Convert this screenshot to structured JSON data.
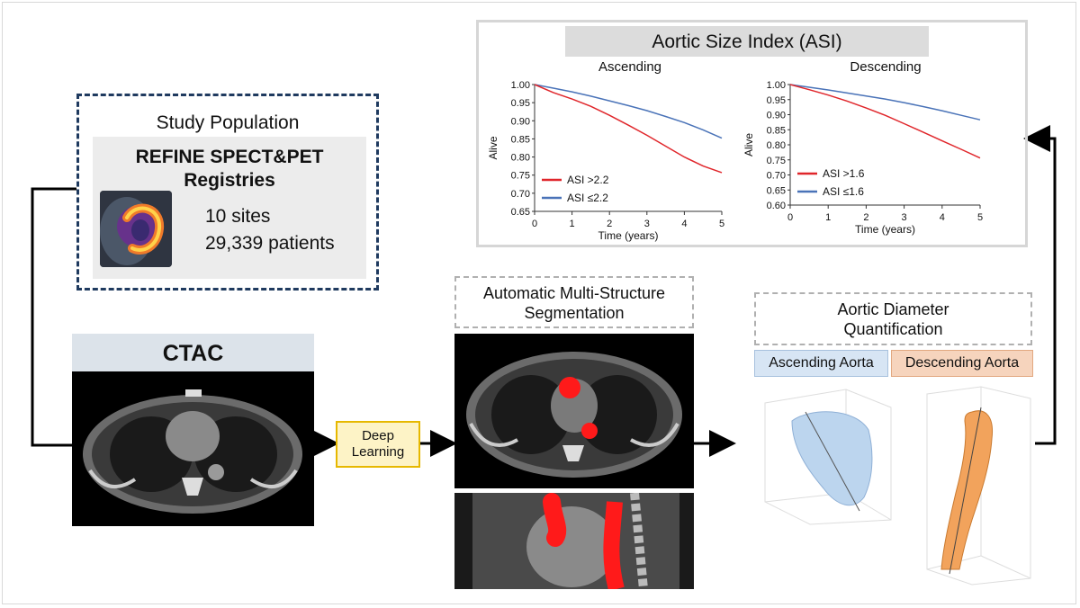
{
  "study": {
    "title": "Study Population",
    "registry_line1": "REFINE SPECT&PET",
    "registry_line2": "Registries",
    "sites": "10 sites",
    "patients": "29,339 patients"
  },
  "ctac": {
    "label": "CTAC"
  },
  "deep_learning": {
    "line1": "Deep",
    "line2": "Learning"
  },
  "segmentation": {
    "line1": "Automatic Multi-Structure",
    "line2": "Segmentation"
  },
  "aortic": {
    "line1": "Aortic Diameter",
    "line2": "Quantification",
    "ascending_label": "Ascending Aorta",
    "descending_label": "Descending Aorta"
  },
  "asi": {
    "title": "Aortic Size Index (ASI)"
  },
  "chart_data": [
    {
      "type": "line",
      "title": "Ascending",
      "xlabel": "Time (years)",
      "ylabel": "Alive",
      "xlim": [
        0,
        5
      ],
      "ylim": [
        0.65,
        1.0
      ],
      "xticks": [
        "0",
        "1",
        "2",
        "3",
        "4",
        "5"
      ],
      "yticks": [
        "1.00",
        "0.95",
        "0.90",
        "0.85",
        "0.80",
        "0.75",
        "0.70",
        "0.65"
      ],
      "legend_position": "bottom-left",
      "x": [
        0,
        0.5,
        1,
        1.5,
        2,
        2.5,
        3,
        3.5,
        4,
        4.5,
        5
      ],
      "series": [
        {
          "name": "ASI >2.2",
          "color": "#e0262b",
          "values": [
            1.0,
            0.978,
            0.96,
            0.94,
            0.915,
            0.888,
            0.86,
            0.83,
            0.8,
            0.775,
            0.757
          ]
        },
        {
          "name": "ASI ≤2.2",
          "color": "#4a73b8",
          "values": [
            1.0,
            0.99,
            0.98,
            0.968,
            0.955,
            0.942,
            0.928,
            0.912,
            0.895,
            0.875,
            0.852
          ]
        }
      ]
    },
    {
      "type": "line",
      "title": "Descending",
      "xlabel": "Time (years)",
      "ylabel": "Alive",
      "xlim": [
        0,
        5
      ],
      "ylim": [
        0.6,
        1.0
      ],
      "xticks": [
        "0",
        "1",
        "2",
        "3",
        "4",
        "5"
      ],
      "yticks": [
        "1.00",
        "0.95",
        "0.90",
        "0.85",
        "0.80",
        "0.75",
        "0.70",
        "0.65",
        "0.60"
      ],
      "legend_position": "bottom-left",
      "x": [
        0,
        0.5,
        1,
        1.5,
        2,
        2.5,
        3,
        3.5,
        4,
        4.5,
        5
      ],
      "series": [
        {
          "name": "ASI >1.6",
          "color": "#e0262b",
          "values": [
            1.0,
            0.983,
            0.965,
            0.945,
            0.922,
            0.898,
            0.87,
            0.842,
            0.813,
            0.785,
            0.756
          ]
        },
        {
          "name": "ASI ≤1.6",
          "color": "#4a73b8",
          "values": [
            1.0,
            0.991,
            0.982,
            0.972,
            0.962,
            0.952,
            0.94,
            0.927,
            0.913,
            0.898,
            0.883
          ]
        }
      ]
    }
  ]
}
